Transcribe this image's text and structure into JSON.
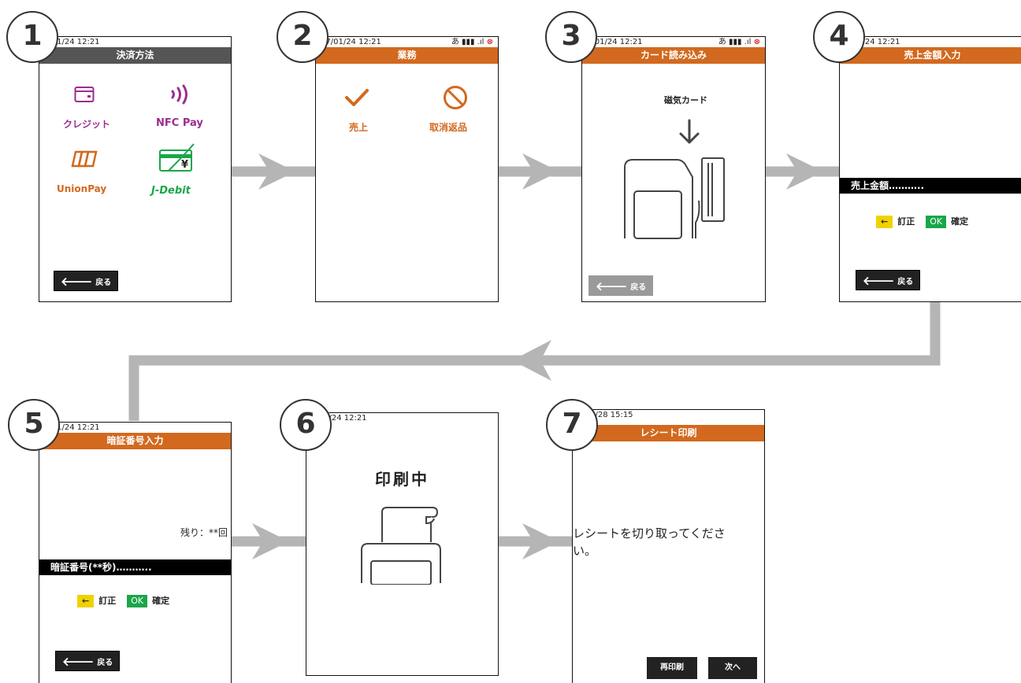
{
  "steps": [
    {
      "num": "1",
      "date": "7/01/24 12:21",
      "title": "決済方法",
      "methods": {
        "credit": "クレジット",
        "nfc": "NFC Pay",
        "unionpay": "UnionPay",
        "jdebit": "J-Debit"
      },
      "back": "戻る"
    },
    {
      "num": "2",
      "date": "17/01/24 12:21",
      "title": "業務",
      "sale": "売上",
      "cancel": "取消返品"
    },
    {
      "num": "3",
      "date": "7/01/24 12:21",
      "title": "カード読み込み",
      "card_type": "磁気カード",
      "back": "戻る"
    },
    {
      "num": "4",
      "date": "7/01/24 12:21",
      "title": "売上金額入力",
      "field": "売上金額………..",
      "key_back": "←",
      "correct": "訂正",
      "key_ok": "OK",
      "confirm": "確定",
      "back": "戻る"
    },
    {
      "num": "5",
      "date": "7/01/24 12:21",
      "title": "暗証番号入力",
      "remaining": "残り：**回",
      "field": "暗証番号(**秒)………..",
      "key_back": "←",
      "correct": "訂正",
      "key_ok": "OK",
      "confirm": "確定",
      "back": "戻る"
    },
    {
      "num": "6",
      "date": "7/01/24 12:21",
      "printing": "印刷中"
    },
    {
      "num": "7",
      "date": "8/02/28 15:15",
      "title": "レシート印刷",
      "message_line1": "レシートを切り取ってくださ",
      "message_line2": "い。",
      "reprint": "再印刷",
      "next": "次へ"
    }
  ],
  "status_icons": "あ ▮▮▮ .ıl",
  "status_error": "⊗",
  "icons": [
    "card-icon",
    "contactless-icon",
    "unionpay-icon",
    "jdebit-icon",
    "check-icon",
    "prohibit-icon",
    "down-arrow-icon",
    "card-reader-icon",
    "printer-icon",
    "flow-arrow-icon",
    "back-arrow-icon",
    "next-arrow-icon"
  ],
  "colors": {
    "orange": "#d2691e",
    "gray_header": "#555555",
    "purple": "#9b2d8f",
    "green": "#1aa64a",
    "yellow": "#f0d200",
    "connector": "#b5b5b5"
  }
}
